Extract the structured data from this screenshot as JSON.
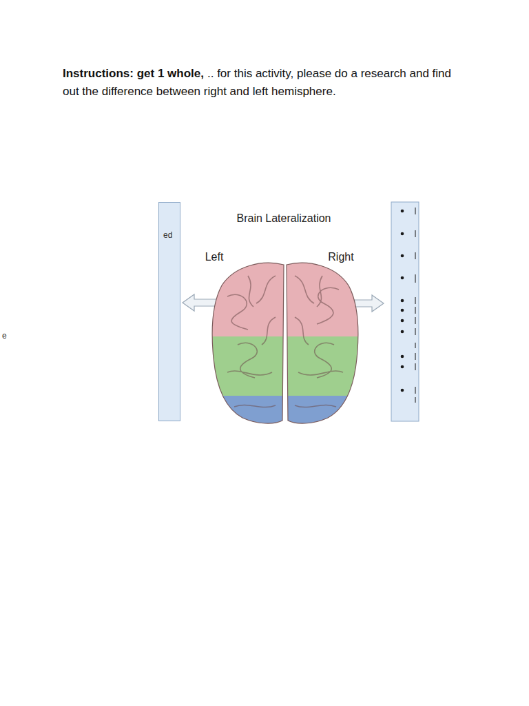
{
  "diagram": {
    "title": "Brain Lateralization",
    "nodes": [
      {
        "text": [
          "ed",
          "e"
        ]
      }
    ],
    "labels": [
      "Instructions: get 1 whole,",
      ".. for this activity, please do a research and find out the difference between right and left hemisphere.",
      "Left",
      "Right"
    ]
  }
}
